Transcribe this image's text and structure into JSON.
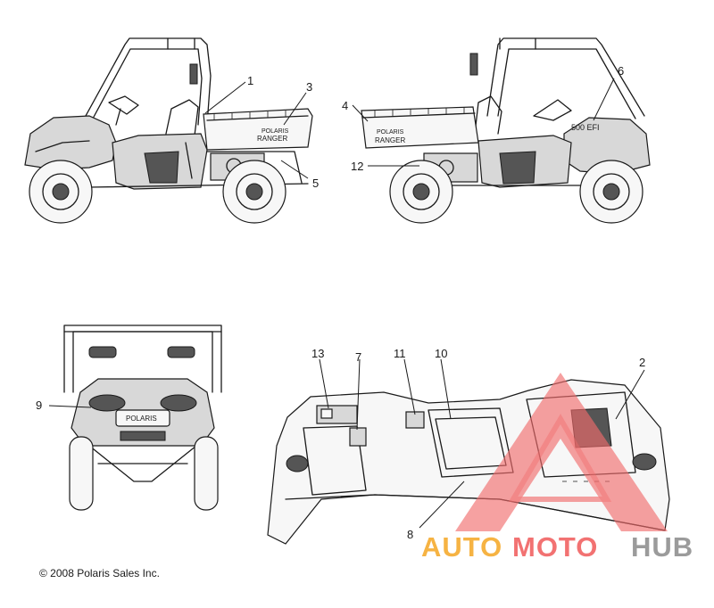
{
  "callouts": {
    "c1": "1",
    "c2": "2",
    "c3": "3",
    "c4": "4",
    "c5": "5",
    "c6": "6",
    "c7": "7",
    "c8": "8",
    "c9": "9",
    "c10": "10",
    "c11": "11",
    "c12": "12",
    "c13": "13"
  },
  "decals": {
    "ranger_left": "RANGER",
    "ranger_right": "RANGER",
    "polaris_left": "POLARIS",
    "polaris_right": "POLARIS",
    "model_badge": "500 EFI",
    "front_grille": "POLARIS"
  },
  "copyright": "© 2008 Polaris Sales Inc.",
  "watermark": {
    "part1": "AUTO",
    "part2": "MOTO",
    "part3": "HUB",
    "colors": {
      "orange": "#f5a623",
      "red": "#f05a5a",
      "gray": "#8a8a8a",
      "triangle": "#f26c6c"
    }
  }
}
